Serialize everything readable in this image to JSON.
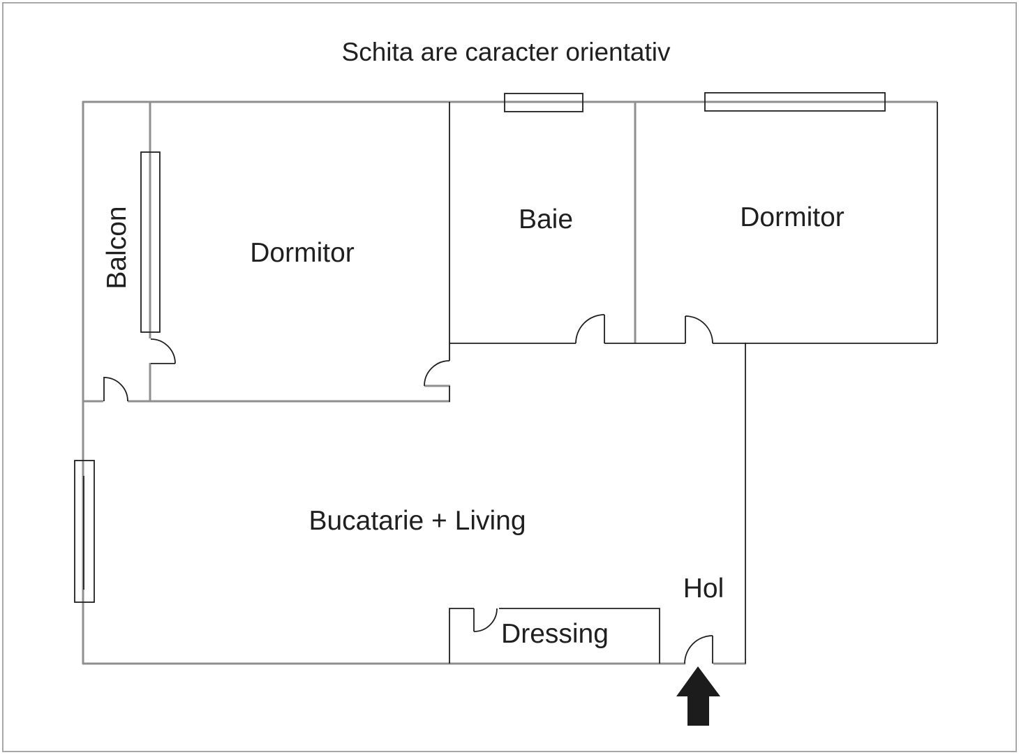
{
  "title": "Schita are caracter orientativ",
  "rooms": {
    "balcon": "Balcon",
    "dormitor_left": "Dormitor",
    "baie": "Baie",
    "dormitor_right": "Dormitor",
    "bucatarie_living": "Bucatarie + Living",
    "hol": "Hol",
    "dressing": "Dressing"
  },
  "icons": {
    "entrance_arrow": "up-arrow-entrance"
  },
  "colors": {
    "background": "#ffffff",
    "wall_gray": "#8f8f8f",
    "line_dark": "#1f1f1f",
    "text": "#1f1f1f",
    "arrow_black": "#1c1c1c",
    "page_border": "#a8a8a8"
  }
}
